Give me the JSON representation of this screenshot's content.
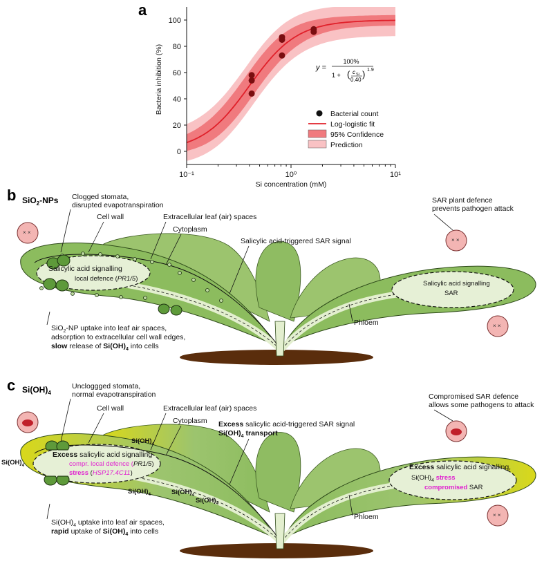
{
  "panel_a": {
    "letter": "a",
    "ylabel": "Bacteria inhibition (%)",
    "xlabel": "Si concentration (mM)",
    "formula": {
      "y": "y =",
      "num": "100%",
      "den_prefix": "1 +",
      "ratio_top": "c",
      "ratio_sub": "Si",
      "ratio_bottom": "0.40",
      "exponent": "1.9"
    },
    "legend": [
      "Bacterial count",
      "Log-logistic fit",
      "95% Confidence",
      "Prediction"
    ]
  },
  "chart_data": {
    "type": "scatter",
    "x_scale": "log",
    "xlim": [
      0.1,
      10
    ],
    "ylim": [
      -10,
      110
    ],
    "xticks": [
      "10⁻¹",
      "10⁰",
      "10¹"
    ],
    "yticks": [
      0,
      20,
      40,
      60,
      80,
      100
    ],
    "xlabel": "Si concentration (mM)",
    "ylabel": "Bacteria inhibition (%)",
    "points": [
      {
        "x": 0.42,
        "y": 58
      },
      {
        "x": 0.42,
        "y": 54
      },
      {
        "x": 0.42,
        "y": 44
      },
      {
        "x": 0.82,
        "y": 87
      },
      {
        "x": 0.82,
        "y": 85
      },
      {
        "x": 0.82,
        "y": 73
      },
      {
        "x": 1.65,
        "y": 93
      },
      {
        "x": 1.65,
        "y": 91
      }
    ],
    "fit": {
      "ec50": 0.4,
      "hill": 1.9,
      "max": 100
    },
    "colors": {
      "points": "#7a0e10",
      "fit": "#e0202a",
      "confidence": "#f07a7e",
      "prediction": "#f9c2c4"
    },
    "legend_position": "bottom-right"
  },
  "panel_b": {
    "letter": "b",
    "title": "SiO",
    "title_sub": "2",
    "title_suffix": "-NPs",
    "stomata_l1": "Clogged stomata,",
    "stomata_l2": "disrupted evapotranspiration",
    "cell_wall": "Cell wall",
    "extracellular": "Extracellular leaf (air) spaces",
    "cytoplasm": "Cytoplasm",
    "sar_signal": "Salicylic acid-triggered SAR signal",
    "sar_defence_l1": "SAR plant defence",
    "sar_defence_l2": "prevents pathogen attack",
    "sa_signalling": "Salicylic acid signalling",
    "local_defence": "local defence (",
    "pr_gene": "PR1/5",
    "local_close": ")",
    "right_sa": "Salicylic acid signalling",
    "right_sar": "SAR",
    "phloem": "Phloem",
    "uptake_l1_pre": "SiO",
    "uptake_l1_sub": "2",
    "uptake_l1_post": "-NP uptake into leaf air spaces,",
    "uptake_l2": "adsorption to extracellular cell wall edges,",
    "uptake_l3_bold": "slow",
    "uptake_l3_mid": " release of ",
    "uptake_l3_si": "Si(OH)",
    "uptake_l3_sub": "4",
    "uptake_l3_end": " into cells"
  },
  "panel_c": {
    "letter": "c",
    "title": "Si(OH)",
    "title_sub": "4",
    "stomata_l1": "Uncloggged stomata,",
    "stomata_l2": "normal evapotranspiration",
    "cell_wall": "Cell wall",
    "extracellular": "Extracellular leaf (air) spaces",
    "cytoplasm": "Cytoplasm",
    "sar_signal_bold": "Excess",
    "sar_signal": " salicylic acid-triggered SAR signal",
    "transport": "Si(OH)",
    "transport_sub": "4",
    "transport_suffix": " transport",
    "compromised_l1": "Compromised SAR defence",
    "compromised_l2": "allows some pathogens to attack",
    "excess": "Excess",
    "sa_signalling": " salicylic acid signalling",
    "compr_local": "compr. local defence (",
    "pr_gene": "PR1/5",
    "pr_close": ")",
    "stress": "stress",
    "hsp_gene": "HSP17.4C11",
    "right_excess": "Excess",
    "right_sa": " salicylic acid signalling,",
    "right_si": "Si(OH)",
    "right_si_sub": "4",
    "right_stress": "stress",
    "right_compromised": "compromised",
    "right_sar": " SAR",
    "phloem": "Phloem",
    "sioh": "Si(OH)",
    "sioh_sub": "4",
    "uptake_l1": "Si(OH)",
    "uptake_l1_sub": "4",
    "uptake_l1_post": " uptake into leaf air spaces,",
    "uptake_l2_bold": "rapid",
    "uptake_l2_mid": " uptake of ",
    "uptake_l2_si": "Si(OH)",
    "uptake_l2_sub": "4",
    "uptake_l2_end": " into cells"
  }
}
